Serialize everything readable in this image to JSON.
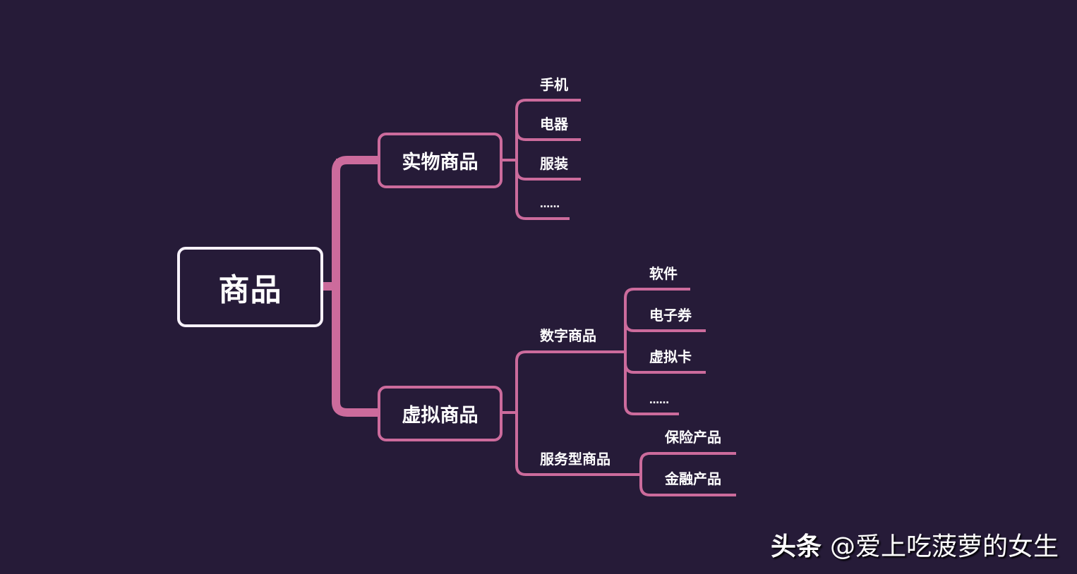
{
  "diagram": {
    "type": "mindmap",
    "colors": {
      "background": "#261b38",
      "line": "#cc6b9c",
      "root_border": "#f7f2fb",
      "text": "#ffffff"
    },
    "root": {
      "label": "商品"
    },
    "branches": [
      {
        "label": "实物商品",
        "children": [
          {
            "label": "手机"
          },
          {
            "label": "电器"
          },
          {
            "label": "服装"
          },
          {
            "label": "……"
          }
        ]
      },
      {
        "label": "虚拟商品",
        "children": [
          {
            "label": "数字商品",
            "children": [
              {
                "label": "软件"
              },
              {
                "label": "电子券"
              },
              {
                "label": "虚拟卡"
              },
              {
                "label": "……"
              }
            ]
          },
          {
            "label": "服务型商品",
            "children": [
              {
                "label": "保险产品"
              },
              {
                "label": "金融产品"
              }
            ]
          }
        ]
      }
    ]
  },
  "watermark": {
    "brand": "头条",
    "handle": "@爱上吃菠萝的女生"
  }
}
